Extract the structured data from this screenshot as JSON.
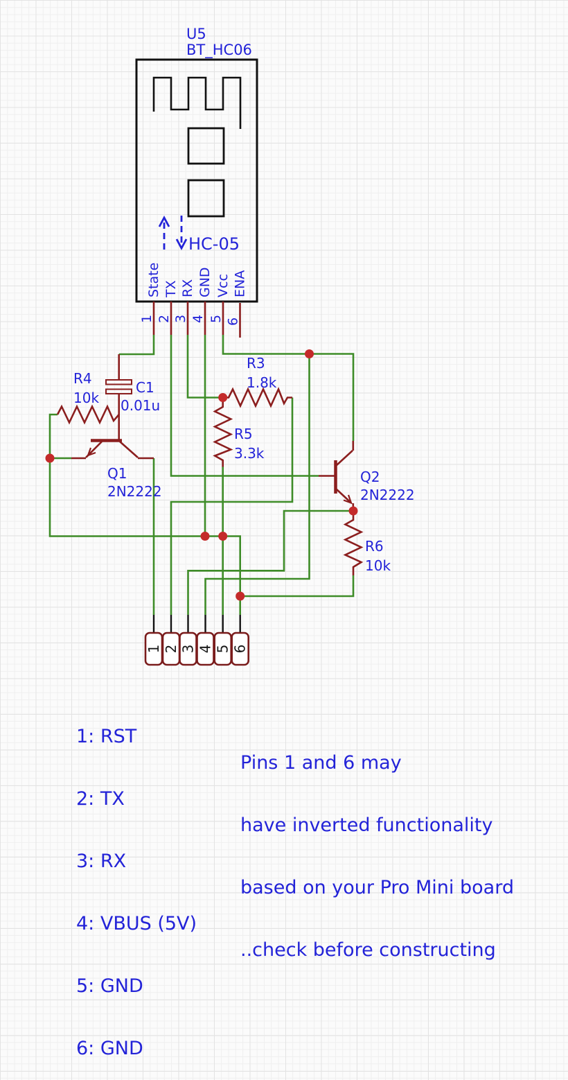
{
  "module": {
    "ref": "U5",
    "part": "BT_HC06",
    "chip_label": "HC-05",
    "pins": [
      {
        "num": "1",
        "name": "State"
      },
      {
        "num": "2",
        "name": "TX"
      },
      {
        "num": "3",
        "name": "RX"
      },
      {
        "num": "4",
        "name": "GND"
      },
      {
        "num": "5",
        "name": "Vcc"
      },
      {
        "num": "6",
        "name": "ENA"
      }
    ]
  },
  "components": {
    "r3": {
      "ref": "R3",
      "value": "1.8k"
    },
    "r4": {
      "ref": "R4",
      "value": "10k"
    },
    "r5": {
      "ref": "R5",
      "value": "3.3k"
    },
    "r6": {
      "ref": "R6",
      "value": "10k"
    },
    "c1": {
      "ref": "C1",
      "value": "0.01u"
    },
    "q1": {
      "ref": "Q1",
      "part": "2N2222"
    },
    "q2": {
      "ref": "Q2",
      "part": "2N2222"
    }
  },
  "connector": {
    "pins": [
      "1",
      "2",
      "3",
      "4",
      "5",
      "6"
    ]
  },
  "legend": {
    "lines": [
      "1: RST",
      "2: TX",
      "3: RX",
      "4: VBUS (5V)",
      "5: GND",
      "6: GND"
    ]
  },
  "note": {
    "lines": [
      "Pins 1 and 6 may",
      "have inverted functionality",
      "based on your Pro Mini board",
      "..check before constructing"
    ]
  },
  "colors": {
    "wire": "#3e8c28",
    "component": "#8b1e1e",
    "junction": "#c42a2a",
    "text": "#2323d8",
    "outline": "#111111"
  }
}
